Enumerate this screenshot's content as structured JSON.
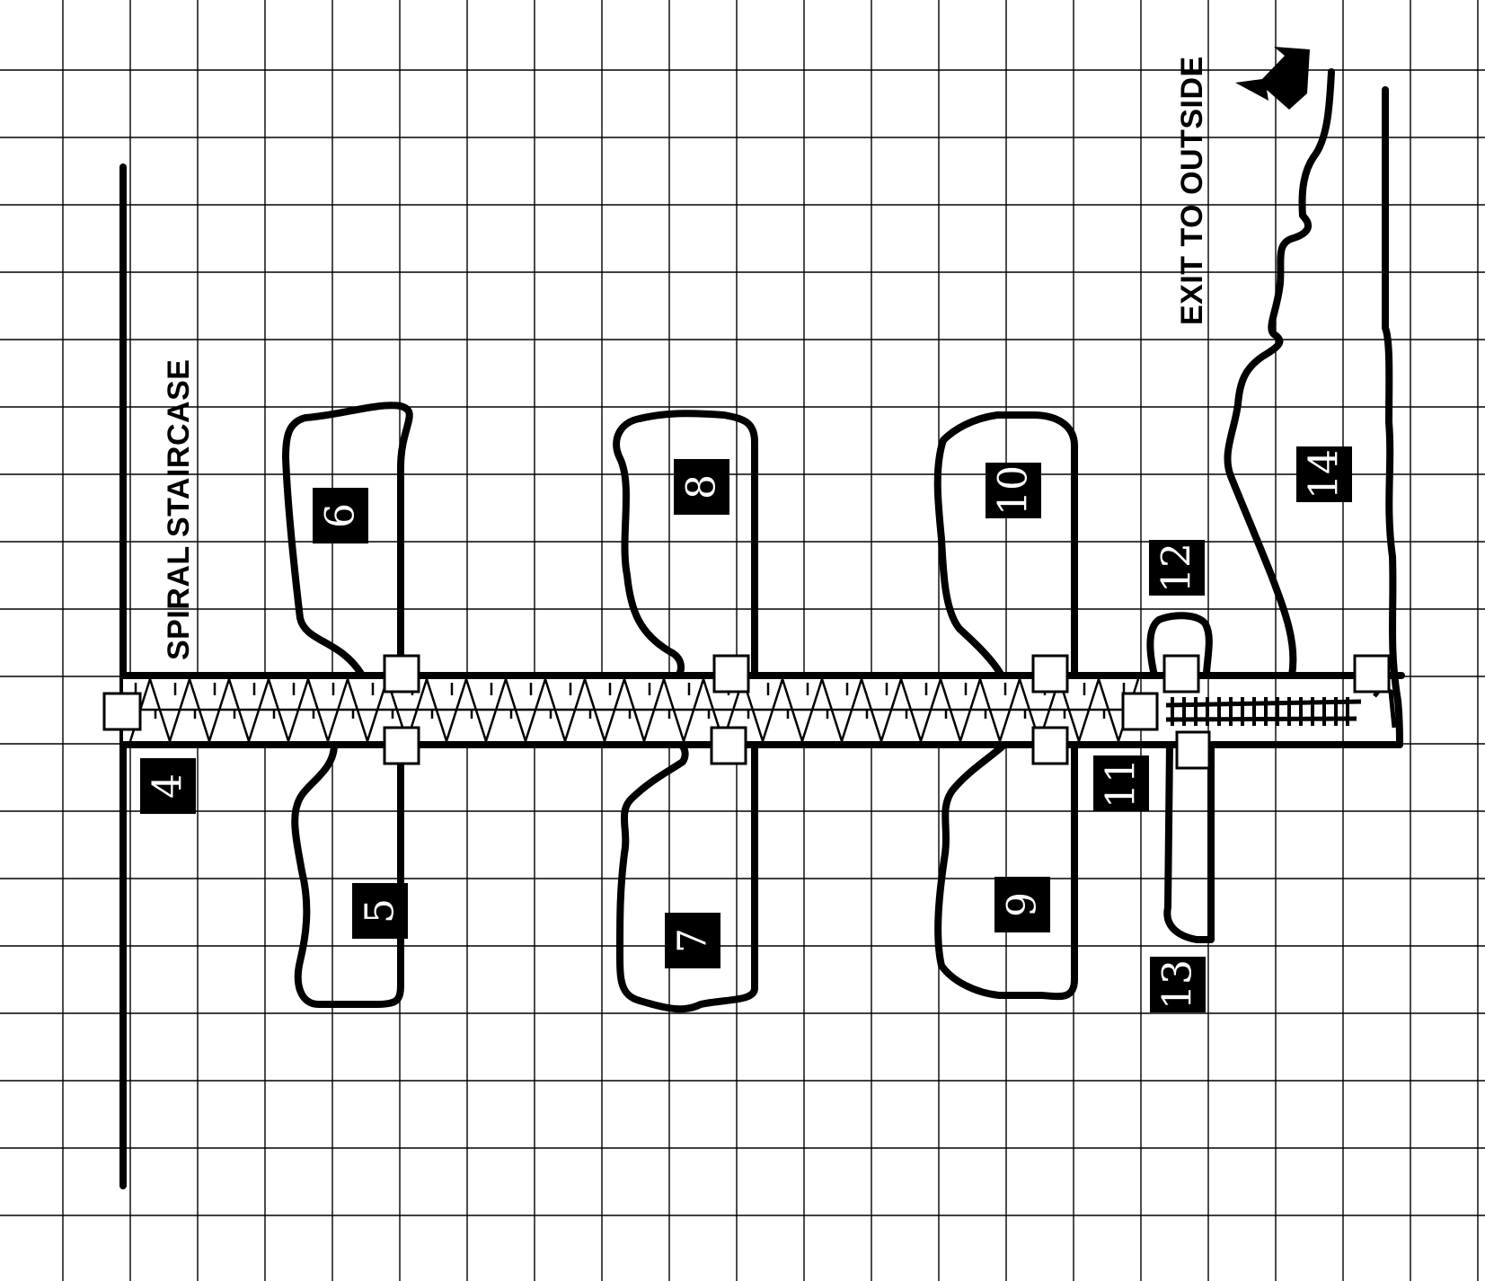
{
  "map": {
    "captions": {
      "spiral_staircase": "SPIRAL STAIRCASE",
      "exit_to_outside": "EXIT TO OUTSIDE"
    },
    "rooms": [
      {
        "id": "4",
        "label": "4"
      },
      {
        "id": "5",
        "label": "5"
      },
      {
        "id": "6",
        "label": "6"
      },
      {
        "id": "7",
        "label": "7"
      },
      {
        "id": "8",
        "label": "8"
      },
      {
        "id": "9",
        "label": "9"
      },
      {
        "id": "10",
        "label": "10"
      },
      {
        "id": "11",
        "label": "11"
      },
      {
        "id": "12",
        "label": "12"
      },
      {
        "id": "13",
        "label": "13"
      },
      {
        "id": "14",
        "label": "14"
      }
    ],
    "colors": {
      "ink": "#000000",
      "paper": "#ffffff"
    },
    "icons": {
      "exit": "exit-arrow-icon",
      "door": "door-icon",
      "rail": "rail-track-icon"
    }
  }
}
